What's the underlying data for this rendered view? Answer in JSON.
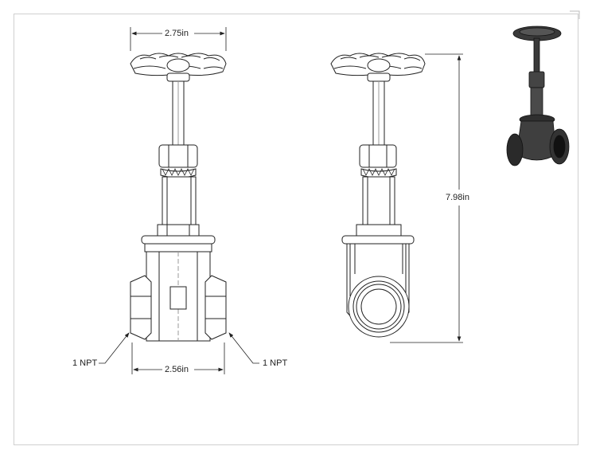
{
  "drawing": {
    "dimensions": {
      "handwheel_width": "2.75in",
      "body_width": "2.56in",
      "overall_height": "7.98in"
    },
    "callouts": {
      "left_thread": "1 NPT",
      "right_thread": "1 NPT"
    }
  }
}
